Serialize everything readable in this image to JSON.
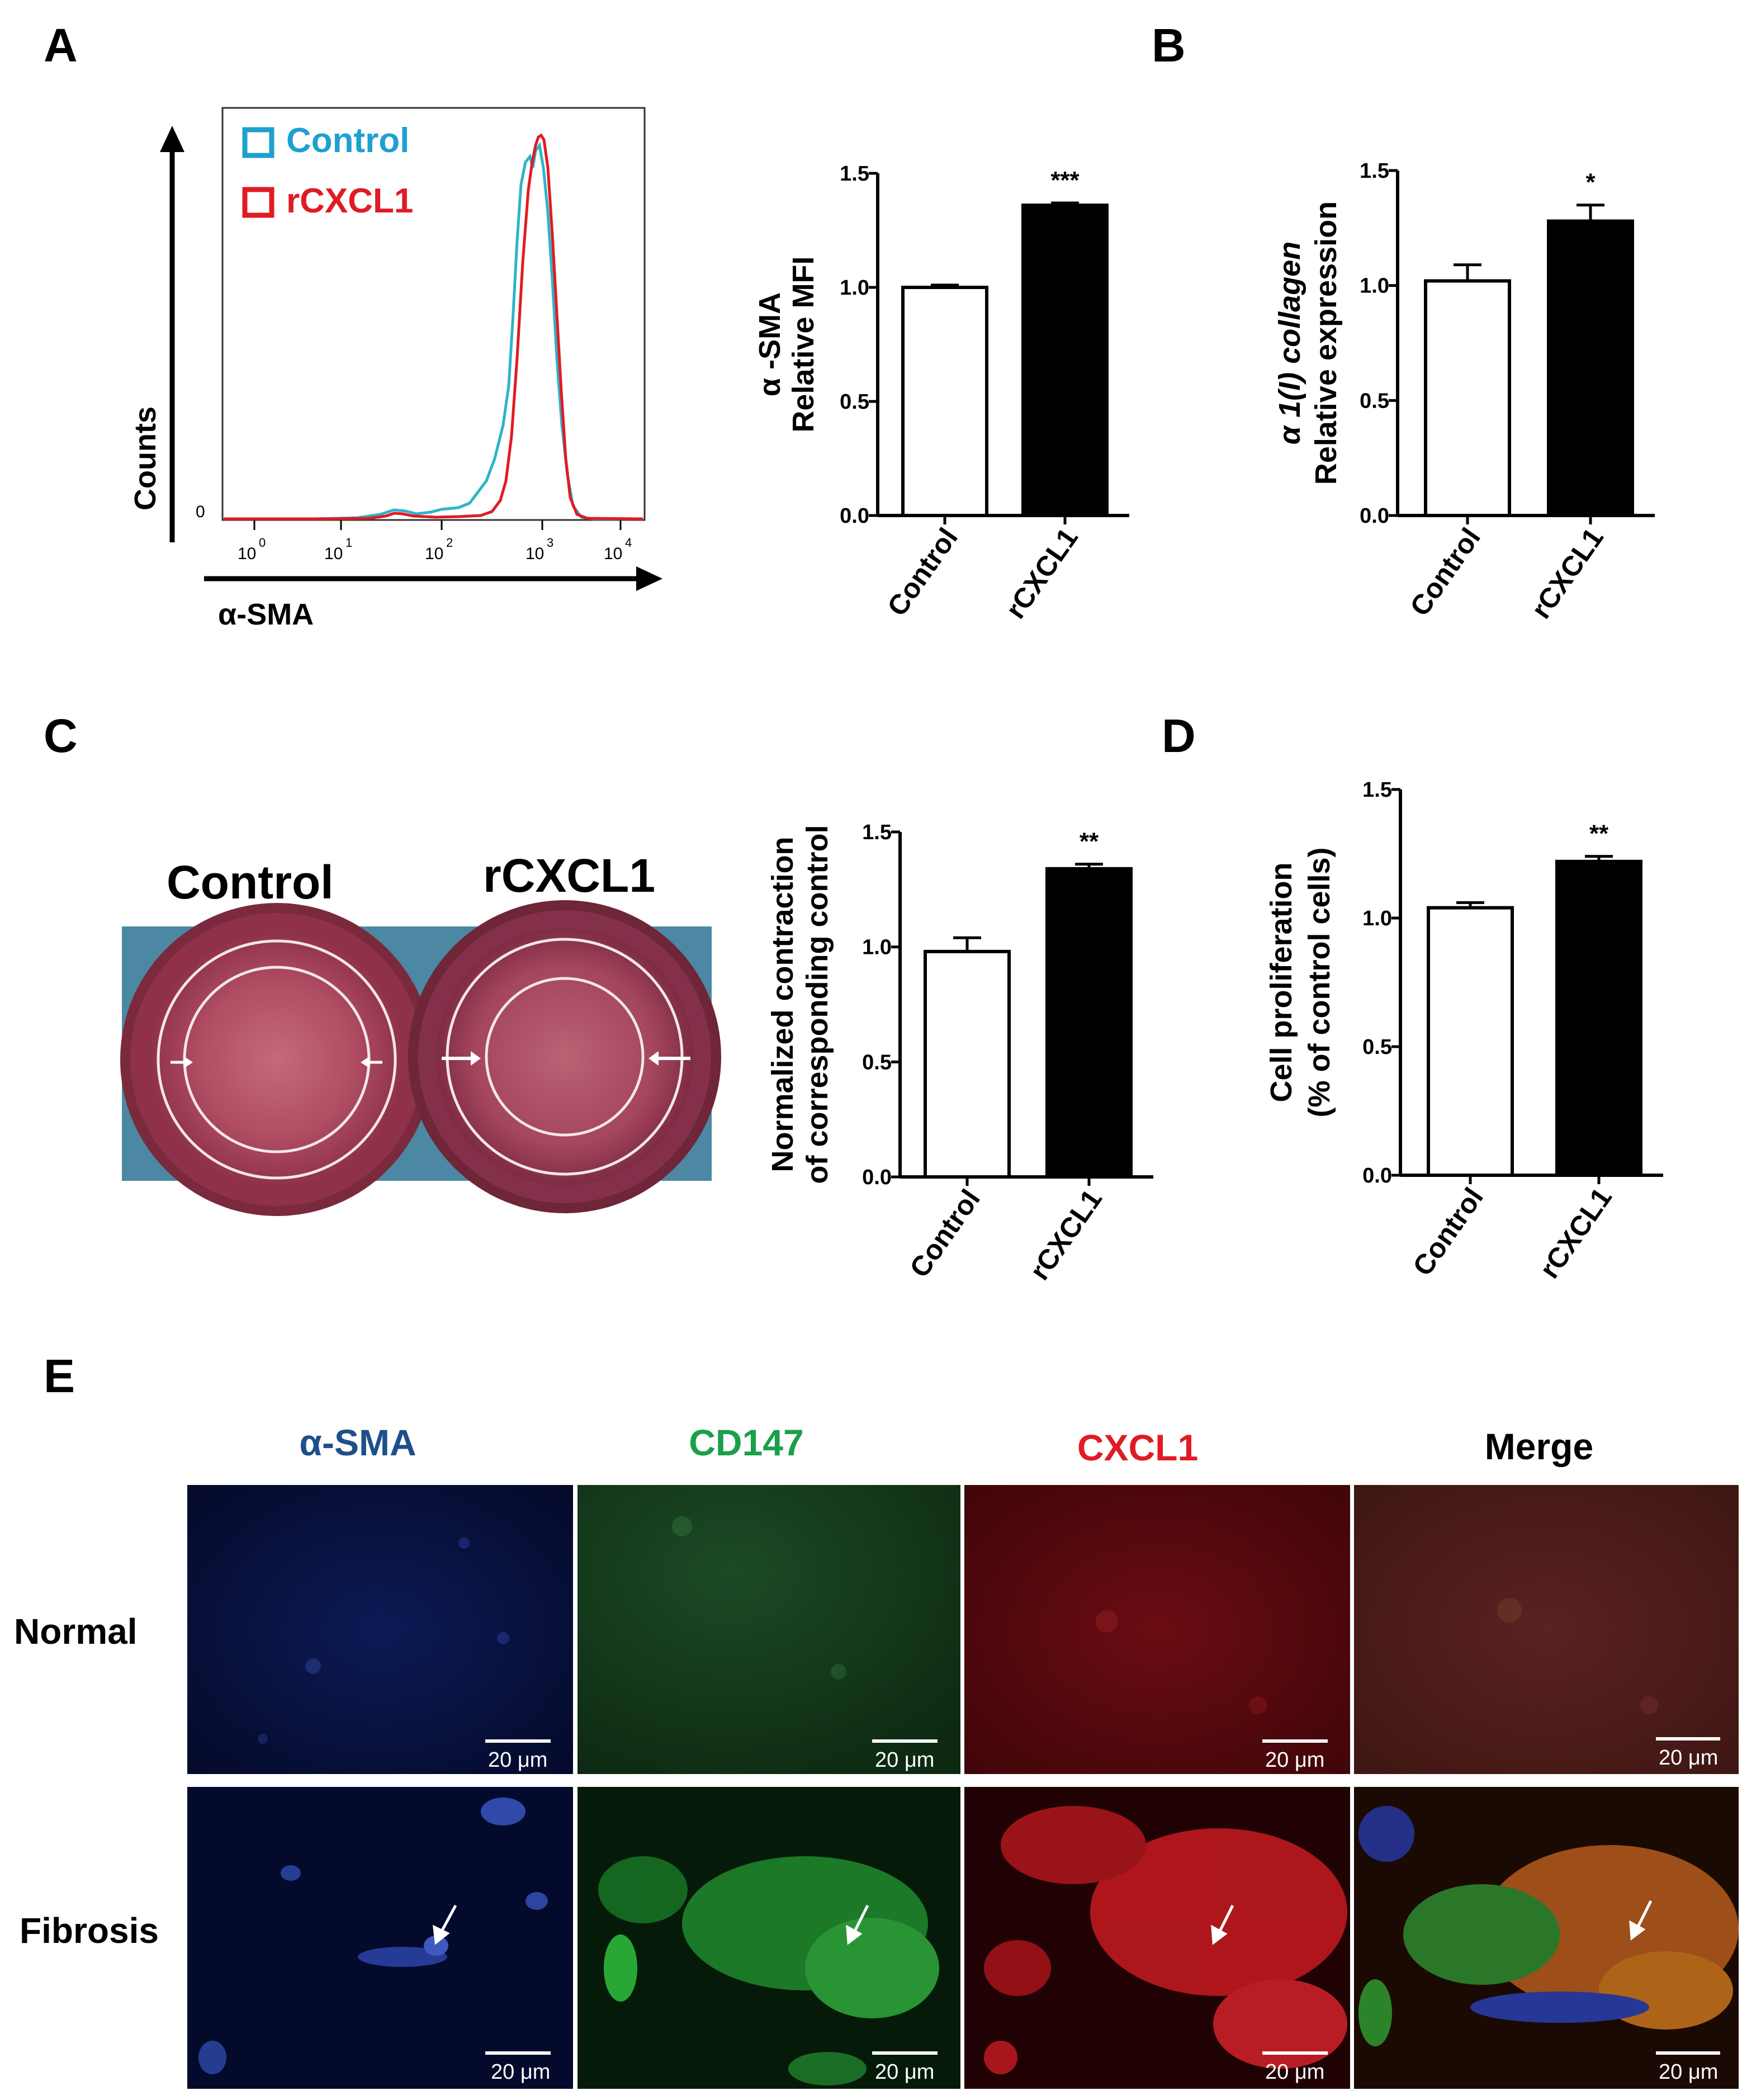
{
  "panels": {
    "A": "A",
    "B": "B",
    "C": "C",
    "D": "D",
    "E": "E"
  },
  "colors": {
    "control_line": "#2fb3c8",
    "rcxcl1_line": "#e01b24",
    "bar_control": "#ffffff",
    "bar_treated": "#000000"
  },
  "flow": {
    "legend": [
      {
        "label": "Control",
        "color": "#1ea0d0"
      },
      {
        "label": "rCXCL1",
        "color": "#e01b24"
      }
    ],
    "ylabel": "Counts",
    "y_zero": "0",
    "xlabel": "α-SMA",
    "xticks": [
      "10",
      "10",
      "10",
      "10",
      "10"
    ],
    "xtick_exp": [
      "0",
      "1",
      "2",
      "3",
      "4"
    ]
  },
  "gel": {
    "labels": [
      "Control",
      "rCXCL1"
    ]
  },
  "immuno": {
    "columns": [
      {
        "label": "α-SMA",
        "color": "#1f4f8a"
      },
      {
        "label": "CD147",
        "color": "#1aa04a"
      },
      {
        "label": "CXCL1",
        "color": "#e01b24"
      },
      {
        "label": "Merge",
        "color": "#000000"
      }
    ],
    "rows": [
      "Normal",
      "Fibrosis"
    ],
    "scalebar": "20 μm"
  },
  "chart_data": [
    {
      "id": "A2",
      "type": "bar",
      "categories": [
        "Control",
        "rCXCL1"
      ],
      "values": [
        1.0,
        1.36
      ],
      "errors": [
        0.01,
        0.01
      ],
      "ylabel": [
        "α -SMA",
        "Relative MFI"
      ],
      "ylim": [
        0,
        1.5
      ],
      "yticks": [
        "0.0",
        "0.5",
        "1.0",
        "1.5"
      ],
      "significance": "***"
    },
    {
      "id": "B",
      "type": "bar",
      "categories": [
        "Control",
        "rCXCL1"
      ],
      "values": [
        1.02,
        1.28
      ],
      "errors": [
        0.07,
        0.07
      ],
      "ylabel": [
        "α 1(I) collagen",
        "Relative expression"
      ],
      "ylim": [
        0,
        1.5
      ],
      "yticks": [
        "0.0",
        "0.5",
        "1.0",
        "1.5"
      ],
      "significance": "*"
    },
    {
      "id": "C",
      "type": "bar",
      "categories": [
        "Control",
        "rCXCL1"
      ],
      "values": [
        0.98,
        1.34
      ],
      "errors": [
        0.06,
        0.02
      ],
      "ylabel": [
        "Normalized contraction",
        "of corresponding control"
      ],
      "ylim": [
        0,
        1.5
      ],
      "yticks": [
        "0.0",
        "0.5",
        "1.0",
        "1.5"
      ],
      "significance": "**"
    },
    {
      "id": "D",
      "type": "bar",
      "categories": [
        "Control",
        "rCXCL1"
      ],
      "values": [
        1.04,
        1.22
      ],
      "errors": [
        0.02,
        0.02
      ],
      "ylabel": [
        "Cell proliferation",
        "(% of control cells)"
      ],
      "ylim": [
        0,
        1.5
      ],
      "yticks": [
        "0.0",
        "0.5",
        "1.0",
        "1.5"
      ],
      "significance": "**"
    }
  ]
}
